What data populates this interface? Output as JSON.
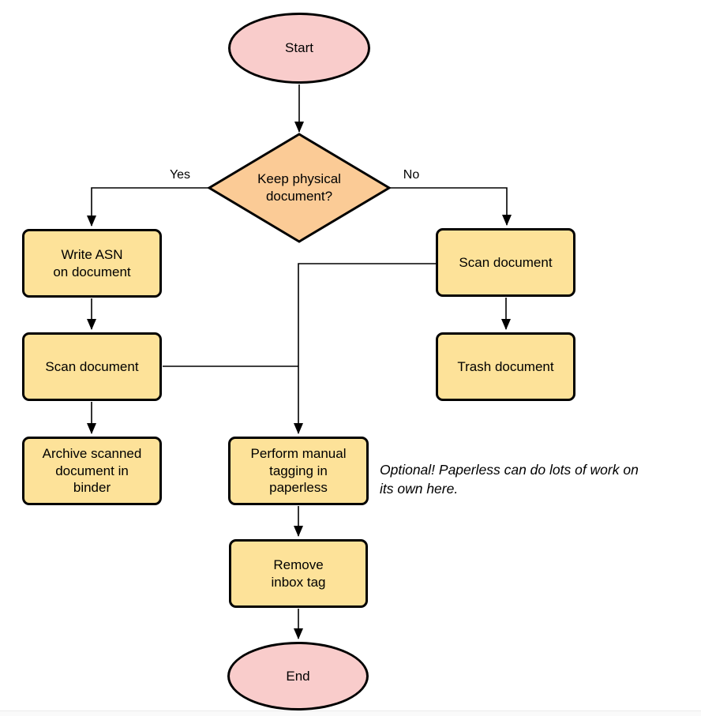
{
  "flowchart": {
    "nodes": {
      "start": {
        "label": "Start",
        "shape": "terminator"
      },
      "keep_physical": {
        "label": "Keep physical\ndocument?",
        "shape": "decision"
      },
      "write_asn": {
        "label": "Write ASN\non document",
        "shape": "process"
      },
      "scan_document_left": {
        "label": "Scan document",
        "shape": "process"
      },
      "archive_binder": {
        "label": "Archive scanned\ndocument in\nbinder",
        "shape": "process"
      },
      "scan_document_right": {
        "label": "Scan document",
        "shape": "process"
      },
      "trash_document": {
        "label": "Trash document",
        "shape": "process"
      },
      "manual_tagging": {
        "label": "Perform manual\ntagging in\npaperless",
        "shape": "process"
      },
      "remove_inbox_tag": {
        "label": "Remove\ninbox tag",
        "shape": "process"
      },
      "end": {
        "label": "End",
        "shape": "terminator"
      }
    },
    "edge_labels": {
      "yes": "Yes",
      "no": "No"
    },
    "annotation": "Optional! Paperless can do lots of work on\nits own here.",
    "colors": {
      "terminator_fill": "#F9CCCB",
      "decision_fill": "#FBCB96",
      "process_fill": "#FDE299",
      "stroke": "#000000",
      "annotation_text": "#000000"
    }
  }
}
